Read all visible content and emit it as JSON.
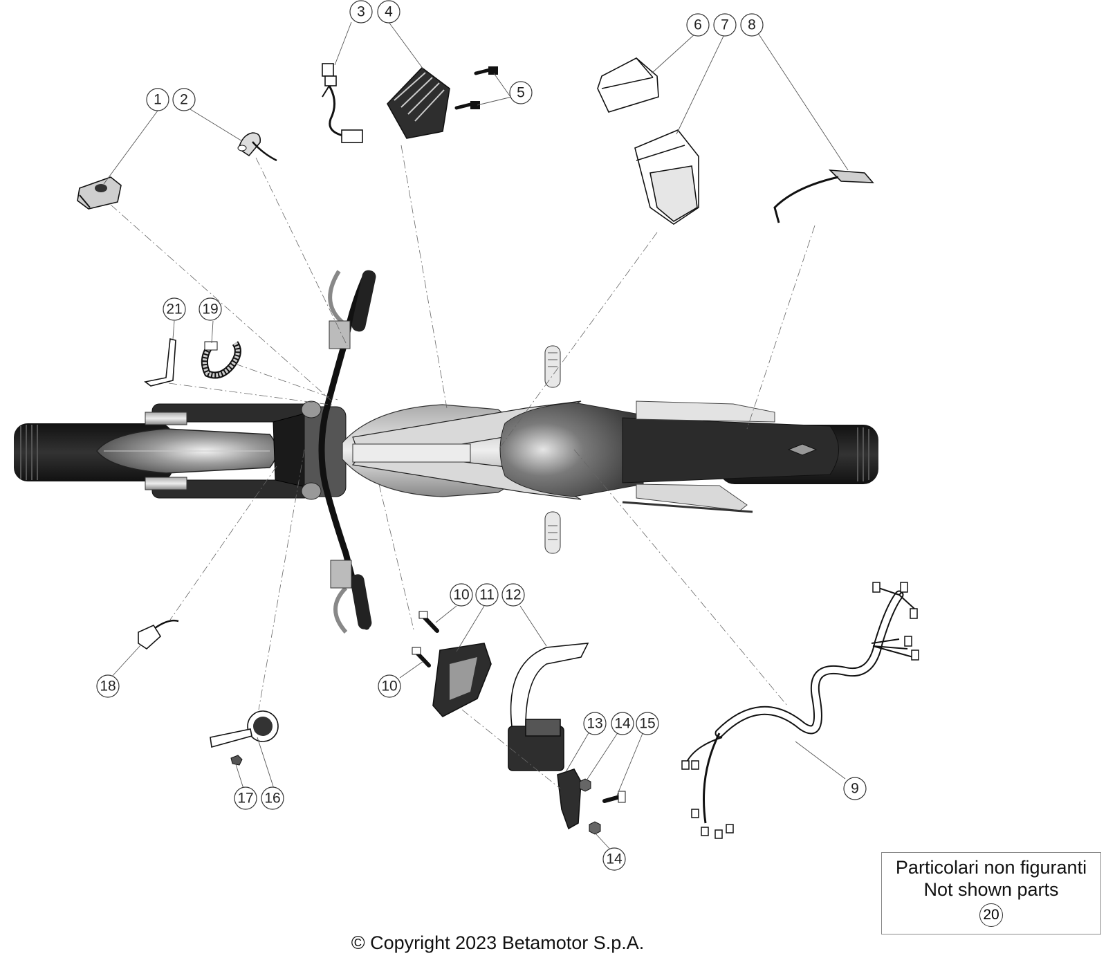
{
  "callouts": {
    "c1": "1",
    "c2": "2",
    "c3": "3",
    "c4": "4",
    "c5": "5",
    "c6": "6",
    "c7": "7",
    "c8": "8",
    "c9": "9",
    "c10a": "10",
    "c10b": "10",
    "c11": "11",
    "c12": "12",
    "c13": "13",
    "c14a": "14",
    "c14b": "14",
    "c15": "15",
    "c16": "16",
    "c17": "17",
    "c18": "18",
    "c19": "19",
    "c21": "21"
  },
  "not_shown": {
    "line1": "Particolari non figuranti",
    "line2": "Not shown parts",
    "part": "20"
  },
  "copyright": "© Copyright 2023 Betamotor S.p.A."
}
